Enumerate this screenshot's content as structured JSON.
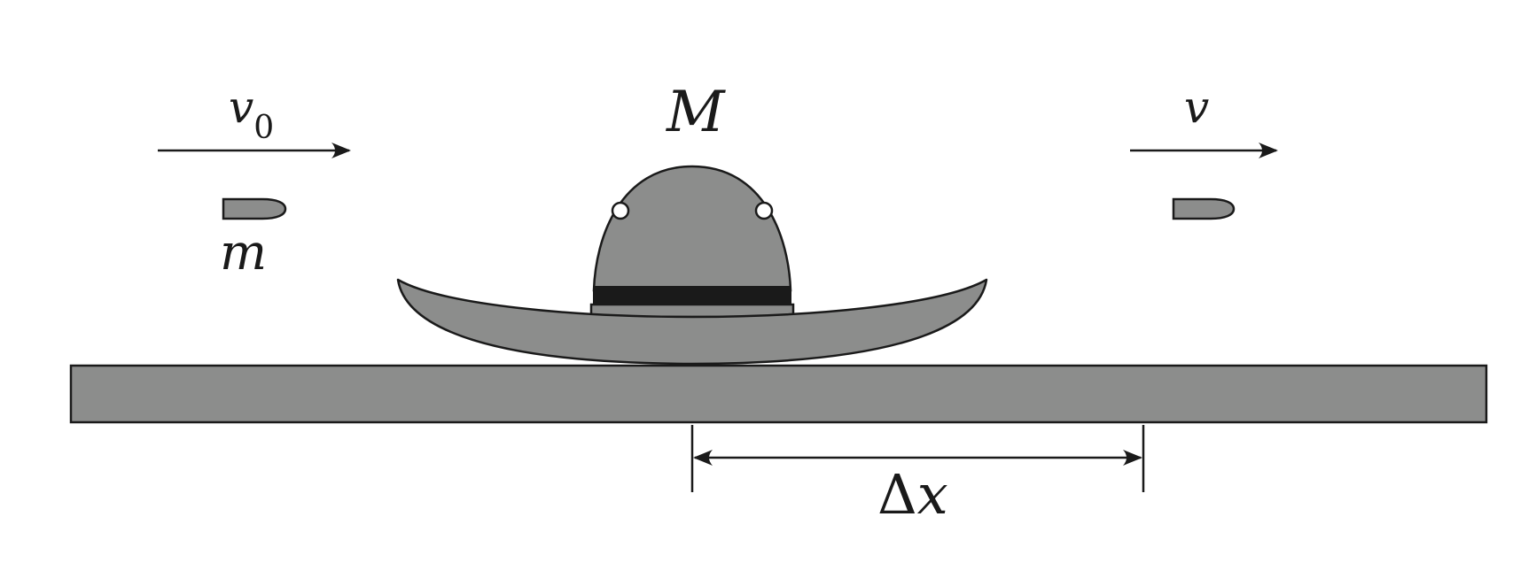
{
  "labels": {
    "initial_velocity_symbol": "v",
    "initial_velocity_subscript": "0",
    "final_velocity": "v",
    "bullet_mass": "m",
    "hat_mass": "M",
    "displacement_delta": "Δ",
    "displacement_var": "x"
  },
  "colors": {
    "fill_gray": "#8c8d8c",
    "stroke": "#1a1a1a",
    "band": "#1a1a1a",
    "background": "#ffffff"
  },
  "icons": {
    "bullet_before": "bullet-icon",
    "bullet_after": "bullet-icon",
    "hat": "sombrero-icon"
  }
}
